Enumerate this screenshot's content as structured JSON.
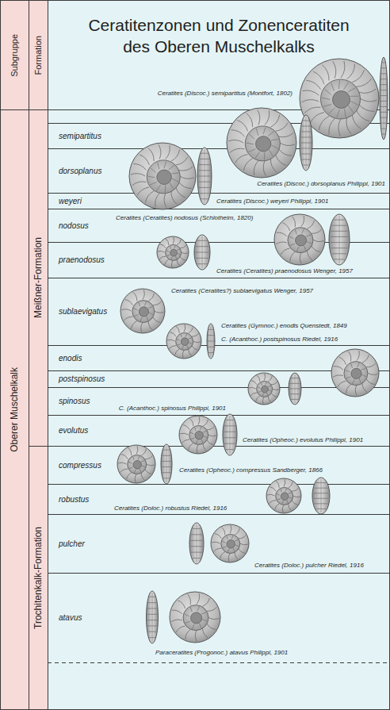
{
  "diagram": {
    "title": "Ceratitenzonen und Zonenceratiten des Oberen Muschelkalks",
    "nodes": [
      {
        "text": [
          "Subgruppe"
        ]
      },
      {
        "text": [
          "Formation"
        ]
      },
      {
        "text": [
          "Oberer Muschelkalk"
        ]
      },
      {
        "text": [
          "Meißner-Formation"
        ]
      },
      {
        "text": [
          "Trochitenkalk-Formation"
        ]
      },
      {
        "text": [
          "semipartitus"
        ]
      },
      {
        "text": [
          "dorsoplanus"
        ]
      },
      {
        "text": [
          "weyeri"
        ]
      },
      {
        "text": [
          "nodosus"
        ]
      },
      {
        "text": [
          "praenodosus"
        ]
      },
      {
        "text": [
          "sublaevigatus"
        ]
      },
      {
        "text": [
          "enodis"
        ]
      },
      {
        "text": [
          "postspinosus"
        ]
      },
      {
        "text": [
          "spinosus"
        ]
      },
      {
        "text": [
          "evolutus"
        ]
      },
      {
        "text": [
          "compressus"
        ]
      },
      {
        "text": [
          "robustus"
        ]
      },
      {
        "text": [
          "pulcher"
        ]
      },
      {
        "text": [
          "atavus"
        ]
      }
    ],
    "labels": [
      "Ceratites (Discoc.) semipartitus (Montfort, 1802)",
      "Ceratites (Discoc.) dorsoplanus Philippi, 1901",
      "Ceratites (Discoc.) weyeri Philippi, 1901",
      "Ceratites (Ceratites) nodosus (Schlotheim, 1820)",
      "Ceratites (Ceratites) praenodosus Wenger, 1957",
      "Ceratites (Ceratites?) sublaevigatus Wenger, 1957",
      "Ceratites (Gymnoc.) enodis Quenstedt, 1849",
      "C. (Acanthoc.) postspinosus Riedel, 1916",
      "C. (Acanthoc.) spinosus Philippi, 1901",
      "Ceratites (Opheoc.) evolutus Philippi, 1901",
      "Ceratites (Opheoc.) compressus Sandberger, 1866",
      "Ceratites (Doloc.) robustus Riedel, 1916",
      "Ceratites (Doloc.) pulcher Riedel, 1916",
      "Paraceratites (Progonoc.) atavus Philippi, 1901"
    ]
  }
}
